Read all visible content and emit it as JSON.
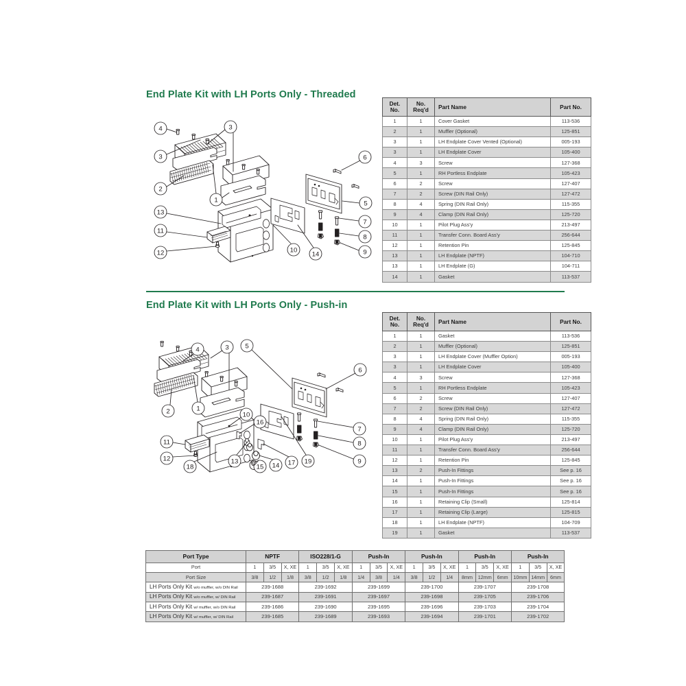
{
  "sections": [
    {
      "heading": "End Plate Kit with LH Ports Only - Threaded",
      "has_rule_above": false,
      "table": {
        "columns": [
          "Det. No.",
          "No. Req'd",
          "Part Name",
          "Part No."
        ],
        "header_det": "Det.",
        "header_det2": "No.",
        "header_req": "No.",
        "header_req2": "Req'd",
        "header_name": "Part Name",
        "header_pno": "Part No.",
        "rows": [
          {
            "det": "1",
            "req": "1",
            "name": "Cover Gasket",
            "pno": "113-536"
          },
          {
            "det": "2",
            "req": "1",
            "name": "Muffler (Optional)",
            "pno": "125-851"
          },
          {
            "det": "3",
            "req": "1",
            "name": "LH Endplate Cover Vented (Optional)",
            "pno": "005-193"
          },
          {
            "det": "3",
            "req": "1",
            "name": "LH Endplate Cover",
            "pno": "105-400"
          },
          {
            "det": "4",
            "req": "3",
            "name": "Screw",
            "pno": "127-368"
          },
          {
            "det": "5",
            "req": "1",
            "name": "RH Portless Endplate",
            "pno": "105-423"
          },
          {
            "det": "6",
            "req": "2",
            "name": "Screw",
            "pno": "127-407"
          },
          {
            "det": "7",
            "req": "2",
            "name": "Screw (DIN Rail Only)",
            "pno": "127-472"
          },
          {
            "det": "8",
            "req": "4",
            "name": "Spring (DIN Rail Only)",
            "pno": "115-355"
          },
          {
            "det": "9",
            "req": "4",
            "name": "Clamp (DIN Rail Only)",
            "pno": "125-720"
          },
          {
            "det": "10",
            "req": "1",
            "name": "Pilot Plug Ass'y",
            "pno": "213-497"
          },
          {
            "det": "11",
            "req": "1",
            "name": "Transfer Conn. Board Ass'y",
            "pno": "256-644"
          },
          {
            "det": "12",
            "req": "1",
            "name": "Retention Pin",
            "pno": "125-845"
          },
          {
            "det": "13",
            "req": "1",
            "name": "LH Endplate (NPTF)",
            "pno": "104-710"
          },
          {
            "det": "13",
            "req": "1",
            "name": "LH Endplate (G)",
            "pno": "104-711"
          },
          {
            "det": "14",
            "req": "1",
            "name": "Gasket",
            "pno": "113-537"
          }
        ]
      },
      "callouts": [
        "1",
        "2",
        "3",
        "3",
        "4",
        "5",
        "6",
        "7",
        "8",
        "9",
        "10",
        "11",
        "12",
        "13",
        "14"
      ]
    },
    {
      "heading": "End Plate Kit with LH Ports Only - Push-in",
      "has_rule_above": true,
      "table": {
        "header_det": "Det.",
        "header_det2": "No.",
        "header_req": "No.",
        "header_req2": "Req'd",
        "header_name": "Part Name",
        "header_pno": "Part No.",
        "rows": [
          {
            "det": "1",
            "req": "1",
            "name": "Gasket",
            "pno": "113-536"
          },
          {
            "det": "2",
            "req": "1",
            "name": "Muffler (Optional)",
            "pno": "125-851"
          },
          {
            "det": "3",
            "req": "1",
            "name": "LH Endplate Cover (Muffler Option)",
            "pno": "005-193"
          },
          {
            "det": "3",
            "req": "1",
            "name": "LH Endplate Cover",
            "pno": "105-400"
          },
          {
            "det": "4",
            "req": "3",
            "name": "Screw",
            "pno": "127-368"
          },
          {
            "det": "5",
            "req": "1",
            "name": "RH Portless Endplate",
            "pno": "105-423"
          },
          {
            "det": "6",
            "req": "2",
            "name": "Screw",
            "pno": "127-407"
          },
          {
            "det": "7",
            "req": "2",
            "name": "Screw (DIN Rail Only)",
            "pno": "127-472"
          },
          {
            "det": "8",
            "req": "4",
            "name": "Spring (DIN Rail Only)",
            "pno": "115-355"
          },
          {
            "det": "9",
            "req": "4",
            "name": "Clamp (DIN Rail Only)",
            "pno": "125-720"
          },
          {
            "det": "10",
            "req": "1",
            "name": "Pilot Plug Ass'y",
            "pno": "213-497"
          },
          {
            "det": "11",
            "req": "1",
            "name": "Transfer Conn. Board Ass'y",
            "pno": "256-644"
          },
          {
            "det": "12",
            "req": "1",
            "name": "Retention Pin",
            "pno": "125-845"
          },
          {
            "det": "13",
            "req": "2",
            "name": "Push-In Fittings",
            "pno": "See p. 16"
          },
          {
            "det": "14",
            "req": "1",
            "name": "Push-In Fittings",
            "pno": "See p. 16"
          },
          {
            "det": "15",
            "req": "1",
            "name": "Push-In Fittings",
            "pno": "See p. 16"
          },
          {
            "det": "16",
            "req": "1",
            "name": "Retaining Clip (Small)",
            "pno": "125-814"
          },
          {
            "det": "17",
            "req": "1",
            "name": "Retaining Clip (Large)",
            "pno": "125-815"
          },
          {
            "det": "18",
            "req": "1",
            "name": "LH Endplate (NPTF)",
            "pno": "104-709"
          },
          {
            "det": "19",
            "req": "1",
            "name": "Gasket",
            "pno": "113-537"
          }
        ]
      },
      "callouts": [
        "1",
        "2",
        "3",
        "4",
        "5",
        "6",
        "7",
        "8",
        "9",
        "10",
        "11",
        "12",
        "13",
        "14",
        "15",
        "16",
        "17",
        "18",
        "19"
      ]
    }
  ],
  "port_table": {
    "label_port_type": "Port Type",
    "label_port": "Port",
    "label_port_size": "Port Size",
    "groups": [
      {
        "name": "NPTF",
        "ports": [
          "1",
          "3/5",
          "X, XE"
        ],
        "sizes": [
          "3/8",
          "1/2",
          "1/8"
        ]
      },
      {
        "name": "ISO228/1-G",
        "ports": [
          "1",
          "3/5",
          "X, XE"
        ],
        "sizes": [
          "3/8",
          "1/2",
          "1/8"
        ]
      },
      {
        "name": "Push-In",
        "ports": [
          "1",
          "3/5",
          "X, XE"
        ],
        "sizes": [
          "1/4",
          "3/8",
          "1/4"
        ]
      },
      {
        "name": "Push-In",
        "ports": [
          "1",
          "3/5",
          "X, XE"
        ],
        "sizes": [
          "3/8",
          "1/2",
          "1/4"
        ]
      },
      {
        "name": "Push-In",
        "ports": [
          "1",
          "3/5",
          "X, XE"
        ],
        "sizes": [
          "8mm",
          "12mm",
          "6mm"
        ]
      },
      {
        "name": "Push-In",
        "ports": [
          "1",
          "3/5",
          "X, XE"
        ],
        "sizes": [
          "10mm",
          "14mm",
          "6mm"
        ]
      }
    ],
    "rows": [
      {
        "label": "LH Ports Only Kit",
        "suffix": "w/o muffler, w/o DIN Rail",
        "values": [
          "239-1688",
          "239-1692",
          "239-1699",
          "239-1700",
          "239-1707",
          "239-1708"
        ]
      },
      {
        "label": "LH Ports Only Kit",
        "suffix": "w/o muffler, w/ DIN Rail",
        "values": [
          "239-1687",
          "239-1691",
          "239-1697",
          "239-1698",
          "239-1705",
          "239-1706"
        ]
      },
      {
        "label": "LH Ports Only Kit",
        "suffix": "w/ muffler, w/o DIN Rail",
        "values": [
          "239-1686",
          "239-1690",
          "239-1695",
          "239-1696",
          "239-1703",
          "239-1704"
        ]
      },
      {
        "label": "LH Ports Only Kit",
        "suffix": "w/ muffler, w/ DIN Rail",
        "values": [
          "239-1685",
          "239-1689",
          "239-1693",
          "239-1694",
          "239-1701",
          "239-1702"
        ]
      }
    ]
  },
  "colors": {
    "heading_green": "#1f7a4d",
    "table_header_gray": "#d3d3d3",
    "row_stripe_gray": "#d8d8d8",
    "line_black": "#231f20",
    "page_background": "#ffffff"
  }
}
